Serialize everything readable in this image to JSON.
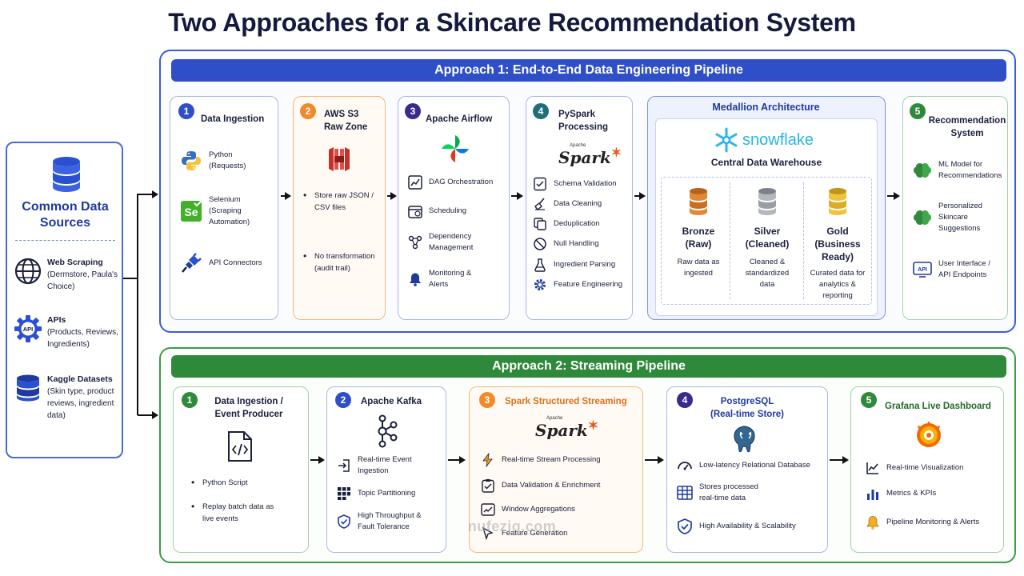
{
  "title": "Two Approaches for a Skincare Recommendation System",
  "sources": {
    "title": "Common Data Sources",
    "items": [
      {
        "name": "Web Scraping",
        "detail": "(Dermstore, Paula's Choice)",
        "icon": "globe-icon"
      },
      {
        "name": "APIs",
        "detail": "(Products, Reviews, Ingredients)",
        "icon": "api-gear-icon"
      },
      {
        "name": "Kaggle Datasets",
        "detail": "(Skin type, product reviews, ingredient data)",
        "icon": "database-icon"
      }
    ]
  },
  "approach1": {
    "banner": "Approach 1: End-to-End Data Engineering Pipeline",
    "ingestion": {
      "num": "1",
      "title": "Data Ingestion",
      "items": [
        "Python (Requests)",
        "Selenium (Scraping Automation)",
        "API Connectors"
      ]
    },
    "s3": {
      "num": "2",
      "title": "AWS S3 Raw Zone",
      "bullets": [
        "Store raw JSON / CSV files",
        "No transformation (audit trail)"
      ]
    },
    "airflow": {
      "num": "3",
      "title": "Apache Airflow",
      "items": [
        "DAG Orchestration",
        "Scheduling",
        "Dependency Management",
        "Monitoring & Alerts"
      ]
    },
    "pyspark": {
      "num": "4",
      "title": "PySpark Processing",
      "logo": "Spark",
      "logo_small": "Apache",
      "items": [
        "Schema Validation",
        "Data Cleaning",
        "Deduplication",
        "Null Handling",
        "Ingredient Parsing",
        "Feature Engineering"
      ]
    },
    "medallion": {
      "title": "Medallion Architecture",
      "brand": "snowflake",
      "warehouse": "Central Data Warehouse",
      "tiers": [
        {
          "name": "Bronze (Raw)",
          "desc": "Raw data as ingested",
          "color": "#d9822b"
        },
        {
          "name": "Silver (Cleaned)",
          "desc": "Cleaned & standardized data",
          "color": "#9aa0a6"
        },
        {
          "name": "Gold (Business Ready)",
          "desc": "Curated data for analytics & reporting",
          "color": "#e0b12a"
        }
      ]
    },
    "recommendation": {
      "num": "5",
      "title": "Recommendation System",
      "items": [
        "ML Model for Recommendations",
        "Personalized Skincare Suggestions",
        "User Interface / API Endpoints"
      ]
    }
  },
  "approach2": {
    "banner": "Approach 2: Streaming Pipeline",
    "producer": {
      "num": "1",
      "title": "Data Ingestion / Event Producer",
      "bullets": [
        "Python Script",
        "Replay batch data as live events"
      ]
    },
    "kafka": {
      "num": "2",
      "title": "Apache Kafka",
      "items": [
        "Real-time Event Ingestion",
        "Topic Partitioning",
        "High Throughput & Fault Tolerance"
      ]
    },
    "spark": {
      "num": "3",
      "title": "Spark Structured Streaming",
      "logo": "Spark",
      "logo_small": "Apache",
      "items": [
        "Real-time Stream Processing",
        "Data Validation & Enrichment",
        "Window Aggregations",
        "Feature Generation"
      ]
    },
    "postgres": {
      "num": "4",
      "title": "PostgreSQL (Real-time Store)",
      "items": [
        "Low-latency Relational Database",
        "Stores processed real-time data",
        "High Availability & Scalability"
      ]
    },
    "grafana": {
      "num": "5",
      "title": "Grafana Live Dashboard",
      "items": [
        "Real-time Visualization",
        "Metrics & KPIs",
        "Pipeline Monitoring & Alerts"
      ]
    }
  },
  "watermark": "nufezig.com",
  "colors": {
    "blue": "#2e4fc8",
    "green": "#2e8a3a",
    "orange": "#f08a2a",
    "navy": "#141a3c"
  }
}
